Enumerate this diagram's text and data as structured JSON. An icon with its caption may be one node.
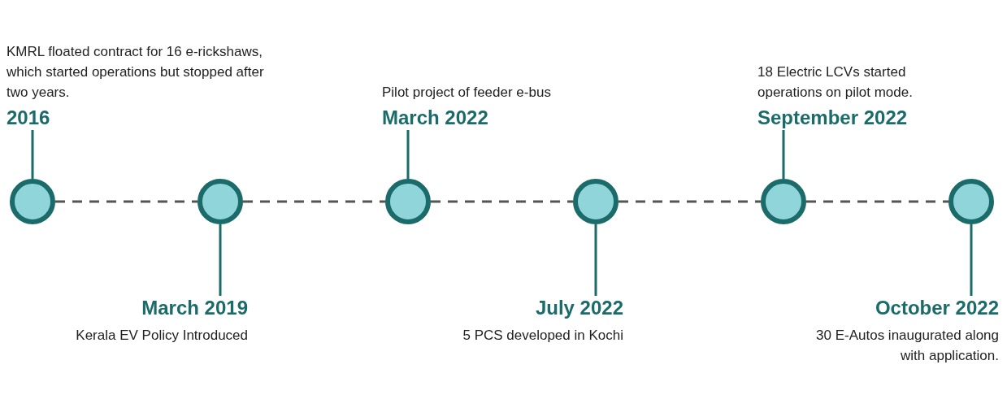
{
  "diagram": {
    "nodes": [
      {
        "text": [],
        "shape": "circle"
      },
      {
        "text": [],
        "shape": "circle"
      },
      {
        "text": [],
        "shape": "circle"
      },
      {
        "text": [],
        "shape": "circle"
      },
      {
        "text": [],
        "shape": "circle"
      },
      {
        "text": [],
        "shape": "circle"
      },
      {
        "text": [
          "KMRL floated contract for 16 e-rickshaws, which started operations but stopped after two years.",
          "2016"
        ]
      },
      {
        "text": [
          "March 2019",
          "Kerala EV Policy Introduced"
        ]
      },
      {
        "text": [
          "Pilot project of feeder e-bus",
          "March 2022"
        ]
      },
      {
        "text": [
          "July 2022",
          "5 PCS developed in Kochi"
        ]
      },
      {
        "text": [
          "18 Electric LCVs started operations on pilot mode.",
          "September 2022"
        ]
      },
      {
        "text": [
          "October 2022",
          "30 E-Autos inaugurated along with application."
        ]
      }
    ],
    "edges": [
      {
        "from": 0,
        "to": 1,
        "arrow": "none",
        "style": "dashed",
        "color": "#555555"
      },
      {
        "from": 1,
        "to": 2,
        "arrow": "none",
        "style": "dashed",
        "color": "#555555"
      },
      {
        "from": 2,
        "to": 3,
        "arrow": "none",
        "style": "dashed",
        "color": "#555555"
      },
      {
        "from": 3,
        "to": 4,
        "arrow": "none",
        "style": "dashed",
        "color": "#555555"
      },
      {
        "from": 4,
        "to": 5,
        "arrow": "none",
        "style": "dashed",
        "color": "#555555"
      },
      {
        "from": 0,
        "to": 6,
        "arrow": "none"
      },
      {
        "from": 1,
        "to": 7,
        "arrow": "none"
      },
      {
        "from": 2,
        "to": 8,
        "arrow": "none"
      },
      {
        "from": 3,
        "to": 9,
        "arrow": "none"
      },
      {
        "from": 4,
        "to": 10,
        "arrow": "none"
      },
      {
        "from": 5,
        "to": 11,
        "arrow": "none"
      }
    ]
  }
}
